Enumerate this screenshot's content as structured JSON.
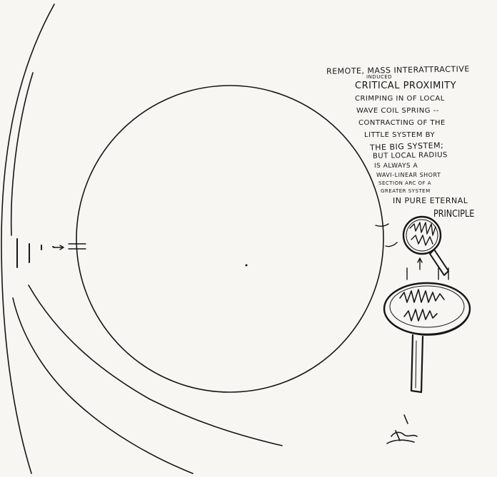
{
  "annotation": {
    "lines": [
      "REMOTE, MASS INTERATTRACTIVE",
      "INDUCED",
      "CRITICAL PROXIMITY",
      "CRIMPING IN OF LOCAL",
      "WAVE COIL SPRING --",
      "CONTRACTING OF THE",
      "LITTLE SYSTEM BY",
      "THE BIG SYSTEM;",
      "BUT LOCAL RADIUS",
      "IS ALWAYS A",
      "WAVI-LINEAR SHORT",
      "SECTION ARC OF A",
      "GREATER SYSTEM",
      "IN PURE ETERNAL",
      "PRINCIPLE"
    ]
  },
  "colors": {
    "paper": "#f7f6f2",
    "ink": "#161616"
  }
}
